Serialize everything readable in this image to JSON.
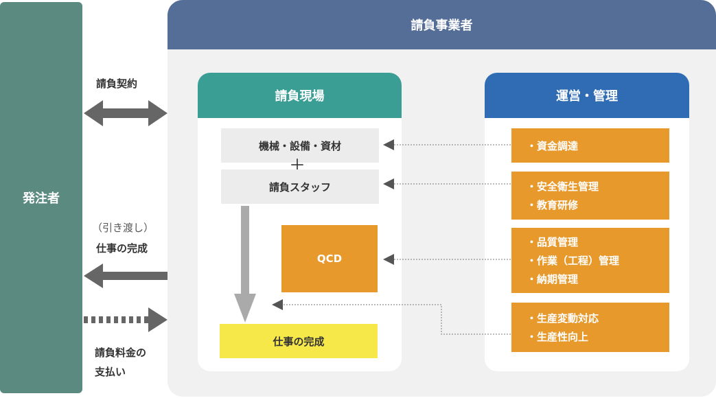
{
  "client": {
    "label": "発注者"
  },
  "contractor": {
    "title": "請負事業者"
  },
  "left_labels": {
    "contract": "請負契約",
    "handover_note": "（引き渡し）",
    "handover": "仕事の完成",
    "payment_line1": "請負料金の",
    "payment_line2": "支払い"
  },
  "site": {
    "title": "請負現場",
    "equipment": "機械・設備・資材",
    "plus": "＋",
    "staff": "請負スタッフ",
    "qcd": "QCD",
    "completion": "仕事の完成"
  },
  "management": {
    "title": "運営・管理",
    "groups": [
      {
        "items": [
          "・資金調達"
        ]
      },
      {
        "items": [
          "・安全衛生管理",
          "・教育研修"
        ]
      },
      {
        "items": [
          "・品質管理",
          "・作業（工程）管理",
          "・納期管理"
        ]
      },
      {
        "items": [
          "・生産変動対応",
          "・生産性向上"
        ]
      }
    ]
  },
  "colors": {
    "client": "#5a8a80",
    "contractor_header": "#556e98",
    "site_header": "#3a9e95",
    "mgmt_header": "#2f6cb3",
    "orange": "#e8992c",
    "completion": "#f7e84a",
    "arrow": "#666666"
  }
}
